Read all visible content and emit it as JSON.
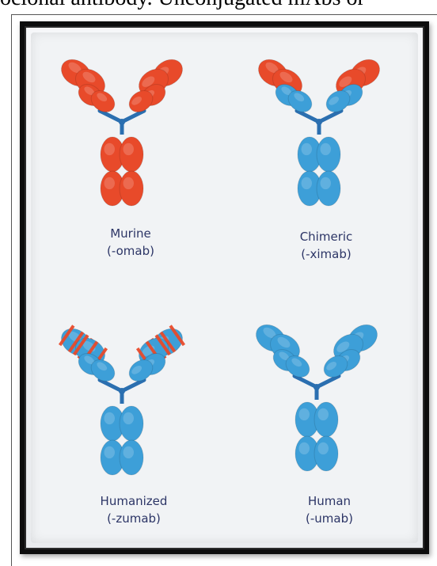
{
  "header": {
    "partial_text": "oclonal antibody. Unconjugated mAbs or"
  },
  "colors": {
    "murine": "#e84a2a",
    "human": "#3d9fd8",
    "linker": "#2b6fb0",
    "label": "#2c3566"
  },
  "antibodies": [
    {
      "id": "murine",
      "name": "Murine",
      "suffix": "(-omab)"
    },
    {
      "id": "chimeric",
      "name": "Chimeric",
      "suffix": "(-ximab)"
    },
    {
      "id": "humanized",
      "name": "Humanized",
      "suffix": "(-zumab)"
    },
    {
      "id": "human",
      "name": "Human",
      "suffix": "(-umab)"
    }
  ]
}
